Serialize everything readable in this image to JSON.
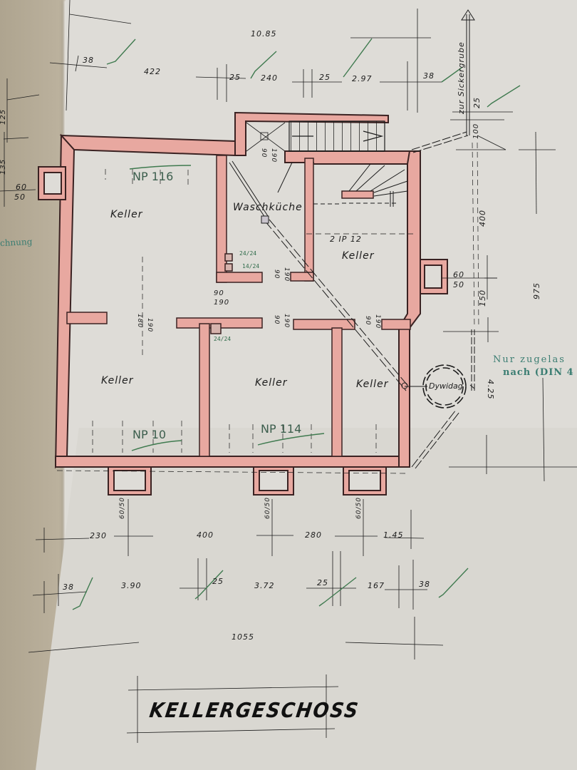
{
  "drawing": {
    "title": "KELLERGESCHOSS",
    "colors": {
      "wall_fill": "#e8a8a0",
      "wall_line": "#3a2222",
      "paper": "#dedcd7",
      "back_paper": "#b4ab98",
      "ink": "#1c1c1c",
      "pencil_green": "#2f6b4a",
      "stamp_teal": "#3b7d72"
    }
  },
  "rooms": [
    {
      "id": "keller-nw",
      "label": "Keller"
    },
    {
      "id": "waschkueche",
      "label": "Waschküche"
    },
    {
      "id": "keller-ne",
      "label": "Keller"
    },
    {
      "id": "keller-sw",
      "label": "Keller"
    },
    {
      "id": "keller-s",
      "label": "Keller"
    },
    {
      "id": "keller-se",
      "label": "Keller"
    }
  ],
  "annotations": {
    "np_top": "NP 116",
    "np_bottom_left": "NP 10",
    "np_bottom_mid": "NP 114",
    "beam": "2 IP 12",
    "dywidag": "Dywidag",
    "sickergrube": "zur Sickergrube",
    "chimney_a": "24/24",
    "chimney_b": "14/24",
    "chimney_c": "24/24"
  },
  "dimensions": {
    "top": {
      "overall": "10.85",
      "d38a": "38",
      "d422": "422",
      "d25a": "25",
      "d240": "240",
      "d25b": "25",
      "d297": "2.97",
      "d38b": "38"
    },
    "right": {
      "d25": "25",
      "d100": "100",
      "d400": "400",
      "d150": "150",
      "d975": "975",
      "d425": "4.25",
      "window_top": "60",
      "window_bot": "50"
    },
    "left": {
      "window_top": "60",
      "window_bot": "50",
      "d125": "125",
      "d135": "135"
    },
    "doors": {
      "d1_top": "90",
      "d1_bot": "190",
      "d2_top": "90",
      "d2_bot": "190",
      "d3_top": "90",
      "d3_bot": "190",
      "d4_top": "90",
      "d4_bot": "190",
      "d5_top": "90",
      "d5_bot": "190",
      "d6_top": "90",
      "d6_bot": "190",
      "d7_top": "180",
      "d7_bot": "190"
    },
    "bottom_windows": {
      "w1": "60/50",
      "w2": "60/50",
      "w3": "60/50"
    },
    "bottom_row1": {
      "d230": "230",
      "d400": "400",
      "d280": "280",
      "d145": "1.45"
    },
    "bottom_row2": {
      "d38a": "38",
      "d390": "3.90",
      "d25a": "25",
      "d372": "3.72",
      "d25b": "25",
      "d167": "167",
      "d38b": "38"
    },
    "overall_bottom": "1055"
  },
  "margin_text": {
    "left_fragment": "chnung",
    "stamp_line1": "Nur zugelas",
    "stamp_line2": "nach (DIN 4"
  }
}
